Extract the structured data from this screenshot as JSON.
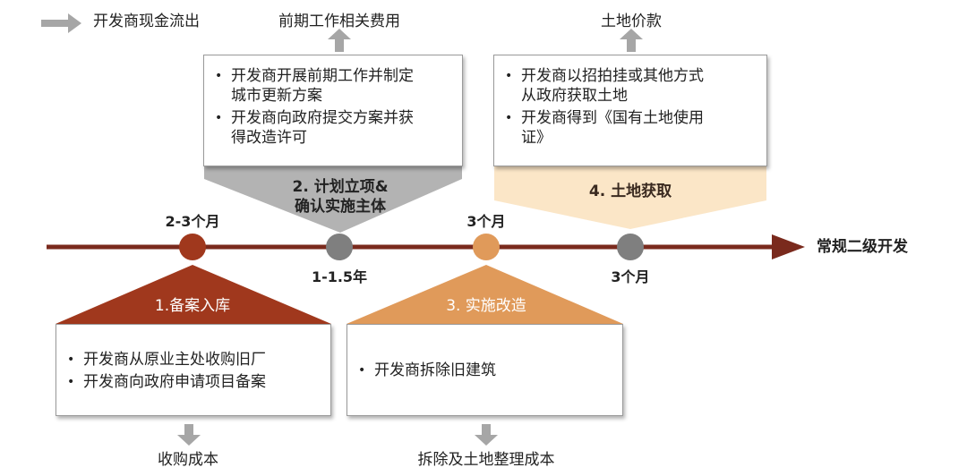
{
  "legend": {
    "label": "开发商现金流出",
    "arrow_color": "#a6a6a6"
  },
  "axis": {
    "label": "常规二级开发",
    "color": "#7a2a1d"
  },
  "colors": {
    "stage1": "#a0381d",
    "stage2": "#b3b3b3",
    "stage3": "#e09a5a",
    "stage4": "#fbe6c7",
    "node_gray": "#7f7f7f",
    "outflow_arrow": "#a6a6a6"
  },
  "stages": [
    {
      "name": "1.备案入库",
      "duration": "2-3个月",
      "bullets": [
        "开发商从原业主处收购旧厂",
        "开发商向政府申请项目备案"
      ],
      "outflow": "收购成本"
    },
    {
      "name_line1": "2. 计划立项&",
      "name_line2": "确认实施主体",
      "duration": "1-1.5年",
      "bullets": [
        [
          "开发商开展前期工作并制定",
          "城市更新方案"
        ],
        [
          "开发商向政府提交方案并获",
          "得改造许可"
        ]
      ],
      "outflow": "前期工作相关费用"
    },
    {
      "name": "3. 实施改造",
      "duration": "3个月",
      "bullets": [
        "开发商拆除旧建筑"
      ],
      "outflow": "拆除及土地整理成本"
    },
    {
      "name": "4. 土地获取",
      "duration": "3个月",
      "bullets": [
        [
          "开发商以招拍挂或其他方式",
          "从政府获取土地"
        ],
        [
          "开发商得到《国有土地使用",
          "证》"
        ]
      ],
      "outflow": "土地价款"
    }
  ],
  "bullet_char": "•"
}
